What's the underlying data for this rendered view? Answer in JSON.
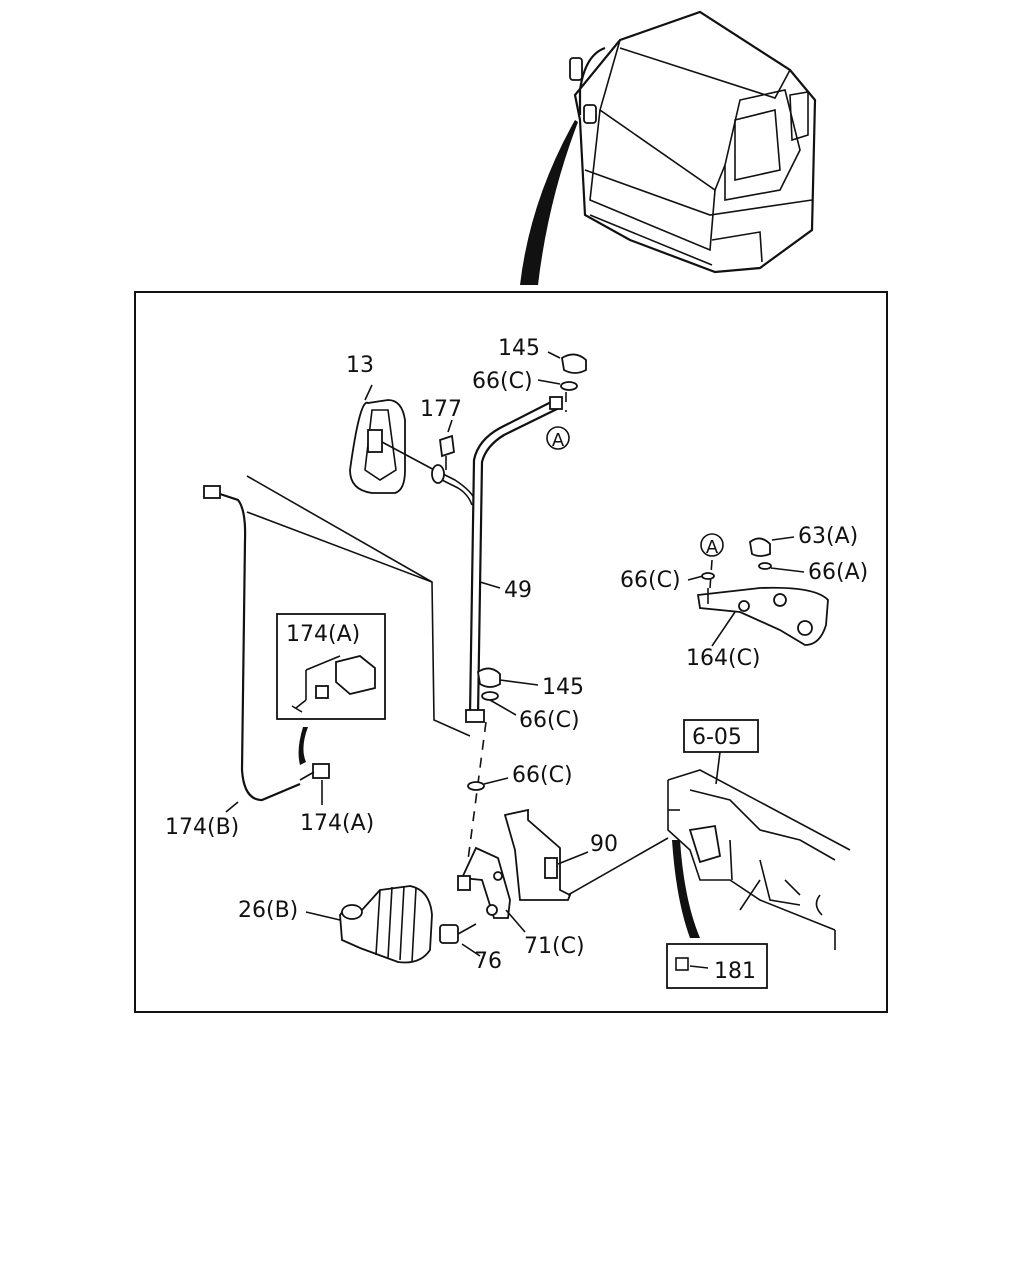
{
  "diagram": {
    "callouts": {
      "c145_top": "145",
      "c66c_top": "66(C)",
      "c13": "13",
      "c177": "177",
      "c49": "49",
      "c174a_box": "174(A)",
      "c145_mid": "145",
      "c66c_mid": "66(C)",
      "c66c_low": "66(C)",
      "c174b": "174(B)",
      "c174a_low": "174(A)",
      "c63a": "63(A)",
      "c66a": "66(A)",
      "c66c_right": "66(C)",
      "c164c": "164(C)",
      "c605": "6-05",
      "c90": "90",
      "c26b": "26(B)",
      "c76": "76",
      "c71c": "71(C)",
      "c181": "181"
    },
    "ref_marks": {
      "a_top": "A",
      "a_right": "A"
    }
  }
}
